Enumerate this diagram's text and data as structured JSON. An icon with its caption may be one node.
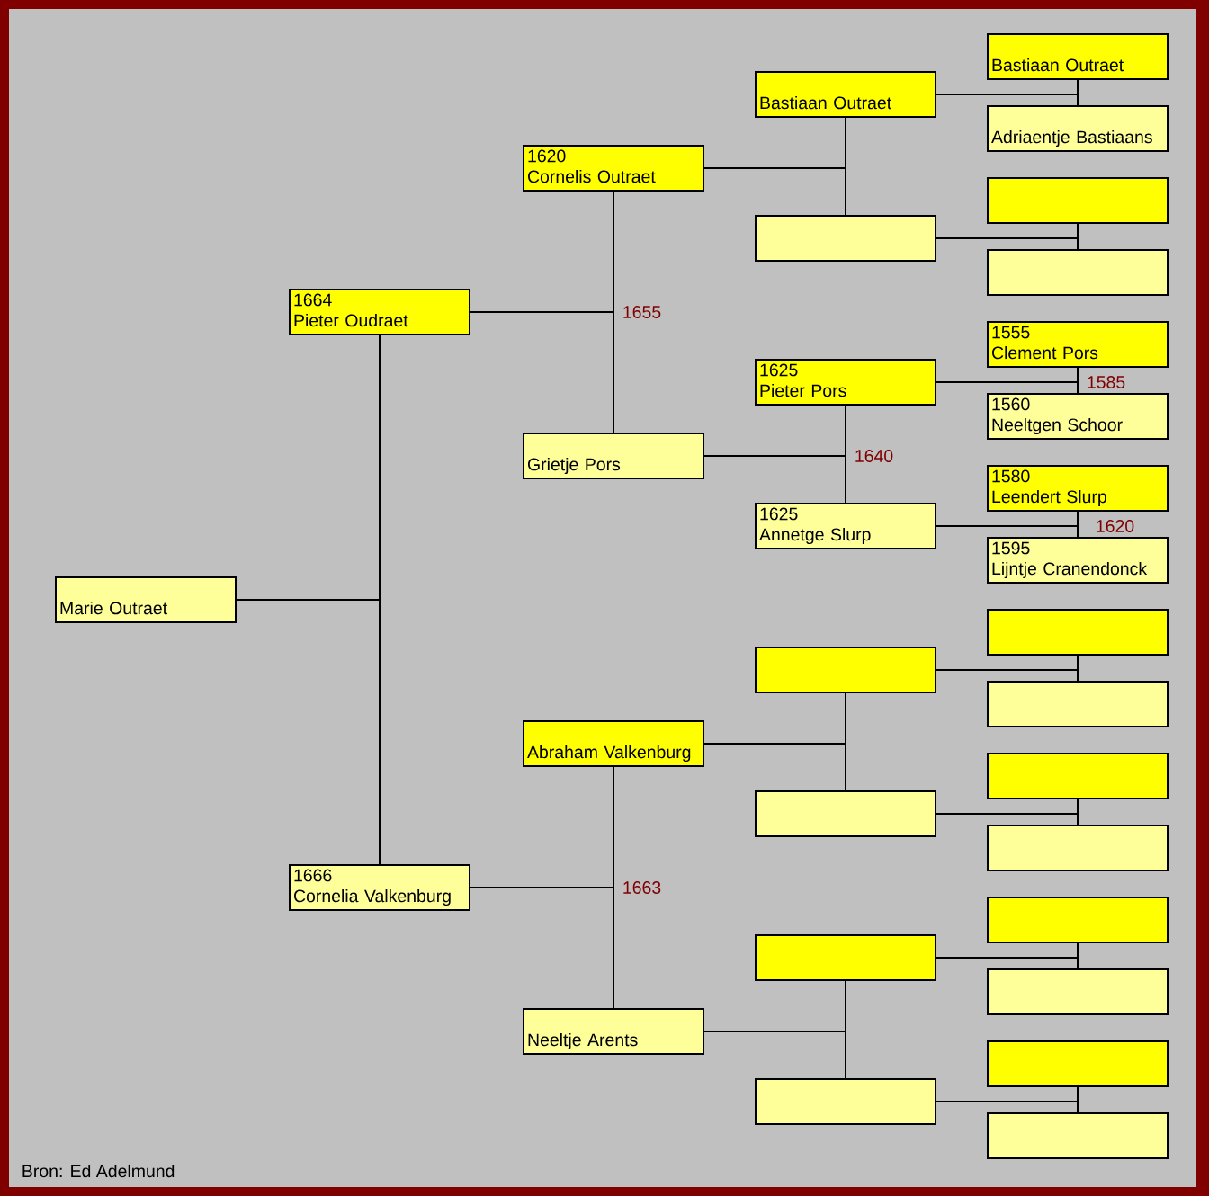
{
  "diagram": {
    "nodes": [
      {
        "text": [
          "Marie Outraet"
        ]
      },
      {
        "text": [
          "1664",
          "Pieter Oudraet"
        ]
      },
      {
        "text": [
          "1666",
          "Cornelia Valkenburg"
        ]
      },
      {
        "text": [
          "1620",
          "Cornelis Outraet"
        ]
      },
      {
        "text": [
          "Grietje Pors"
        ]
      },
      {
        "text": [
          "Abraham Valkenburg"
        ]
      },
      {
        "text": [
          "Neeltje Arents"
        ]
      },
      {
        "text": [
          "Bastiaan Outraet"
        ]
      },
      {
        "text": [],
        "shape": "box"
      },
      {
        "text": [
          "1625",
          "Pieter Pors"
        ]
      },
      {
        "text": [
          "1625",
          "Annetge Slurp"
        ]
      },
      {
        "text": [],
        "shape": "box"
      },
      {
        "text": [],
        "shape": "box"
      },
      {
        "text": [],
        "shape": "box"
      },
      {
        "text": [],
        "shape": "box"
      },
      {
        "text": [
          "Bastiaan Outraet"
        ]
      },
      {
        "text": [
          "Adriaentje Bastiaans"
        ]
      },
      {
        "text": [],
        "shape": "box"
      },
      {
        "text": [],
        "shape": "box"
      },
      {
        "text": [
          "1555",
          "Clement Pors"
        ]
      },
      {
        "text": [
          "1560",
          "Neeltgen Schoor"
        ]
      },
      {
        "text": [
          "1580",
          "Leendert Slurp"
        ]
      },
      {
        "text": [
          "1595",
          "Lijntje Cranendonck"
        ]
      },
      {
        "text": [],
        "shape": "box"
      },
      {
        "text": [],
        "shape": "box"
      },
      {
        "text": [],
        "shape": "box"
      },
      {
        "text": [],
        "shape": "box"
      },
      {
        "text": [],
        "shape": "box"
      },
      {
        "text": [],
        "shape": "box"
      },
      {
        "text": [],
        "shape": "box"
      },
      {
        "text": [],
        "shape": "box"
      }
    ],
    "edges": [
      {
        "from": 0,
        "to": 1,
        "arrow": "none"
      },
      {
        "from": 0,
        "to": 2,
        "arrow": "none"
      },
      {
        "from": 1,
        "to": 3,
        "arrow": "none"
      },
      {
        "from": 1,
        "to": 4,
        "arrow": "none"
      },
      {
        "from": 2,
        "to": 5,
        "arrow": "none"
      },
      {
        "from": 2,
        "to": 6,
        "arrow": "none"
      },
      {
        "from": 3,
        "to": 7,
        "arrow": "none"
      },
      {
        "from": 3,
        "to": 8,
        "arrow": "none"
      },
      {
        "from": 4,
        "to": 9,
        "arrow": "none"
      },
      {
        "from": 4,
        "to": 10,
        "arrow": "none"
      },
      {
        "from": 5,
        "to": 11,
        "arrow": "none"
      },
      {
        "from": 5,
        "to": 12,
        "arrow": "none"
      },
      {
        "from": 6,
        "to": 13,
        "arrow": "none"
      },
      {
        "from": 6,
        "to": 14,
        "arrow": "none"
      },
      {
        "from": 7,
        "to": 15,
        "arrow": "none"
      },
      {
        "from": 7,
        "to": 16,
        "arrow": "none"
      },
      {
        "from": 8,
        "to": 17,
        "arrow": "none"
      },
      {
        "from": 8,
        "to": 18,
        "arrow": "none"
      },
      {
        "from": 9,
        "to": 19,
        "arrow": "none"
      },
      {
        "from": 9,
        "to": 20,
        "arrow": "none"
      },
      {
        "from": 10,
        "to": 21,
        "arrow": "none"
      },
      {
        "from": 10,
        "to": 22,
        "arrow": "none"
      },
      {
        "from": 11,
        "to": 23,
        "arrow": "none"
      },
      {
        "from": 11,
        "to": 24,
        "arrow": "none"
      },
      {
        "from": 12,
        "to": 25,
        "arrow": "none"
      },
      {
        "from": 12,
        "to": 26,
        "arrow": "none"
      },
      {
        "from": 13,
        "to": 27,
        "arrow": "none"
      },
      {
        "from": 13,
        "to": 28,
        "arrow": "none"
      },
      {
        "from": 14,
        "to": 29,
        "arrow": "none"
      },
      {
        "from": 14,
        "to": 30,
        "arrow": "none"
      }
    ],
    "labels": [
      "1655",
      "1585",
      "1640",
      "1620",
      "1663",
      "Bron: Ed Adelmund"
    ]
  }
}
